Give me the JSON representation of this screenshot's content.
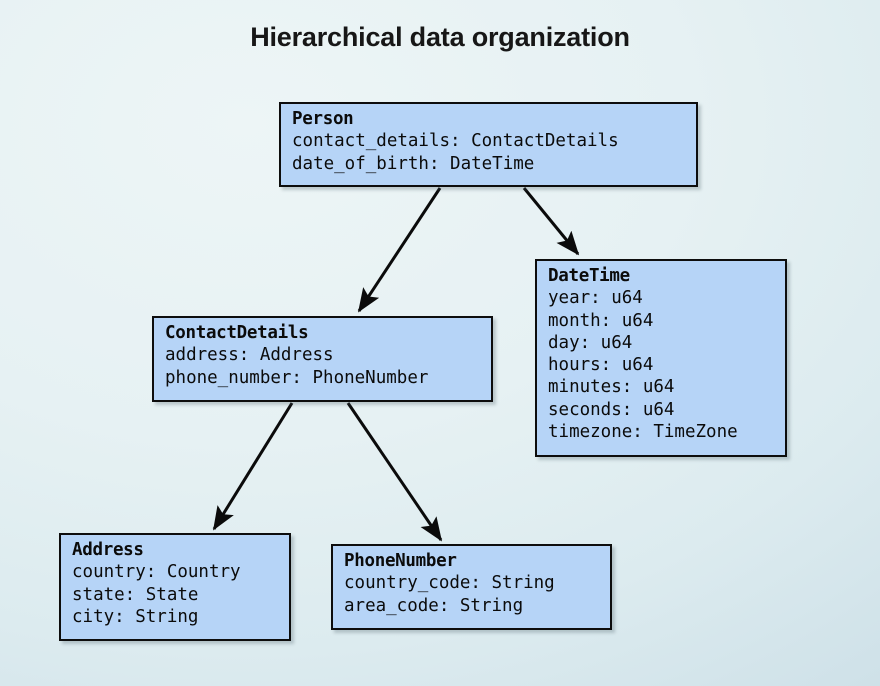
{
  "slide": {
    "title": "Hierarchical data organization",
    "background_color": "#e7f2f3",
    "node_fill_color": "#b6d4f7",
    "node_border_color": "#0d0d0d",
    "arrow_color": "#0b0b0b"
  },
  "nodes": [
    {
      "id": "person",
      "title": "Person",
      "fields": [
        "contact_details: ContactDetails",
        "date_of_birth: DateTime"
      ]
    },
    {
      "id": "datetime",
      "title": "DateTime",
      "fields": [
        "year: u64",
        "month: u64",
        "day: u64",
        "hours: u64",
        "minutes: u64",
        "seconds: u64",
        "timezone: TimeZone"
      ]
    },
    {
      "id": "contact_details",
      "title": "ContactDetails",
      "fields": [
        "address: Address",
        "phone_number: PhoneNumber"
      ]
    },
    {
      "id": "address",
      "title": "Address",
      "fields": [
        "country: Country",
        "state: State",
        "city: String"
      ]
    },
    {
      "id": "phone_number",
      "title": "PhoneNumber",
      "fields": [
        "country_code: String",
        "area_code: String"
      ]
    }
  ],
  "edges": [
    {
      "from": "person",
      "to": "contact_details"
    },
    {
      "from": "person",
      "to": "datetime"
    },
    {
      "from": "contact_details",
      "to": "address"
    },
    {
      "from": "contact_details",
      "to": "phone_number"
    }
  ]
}
